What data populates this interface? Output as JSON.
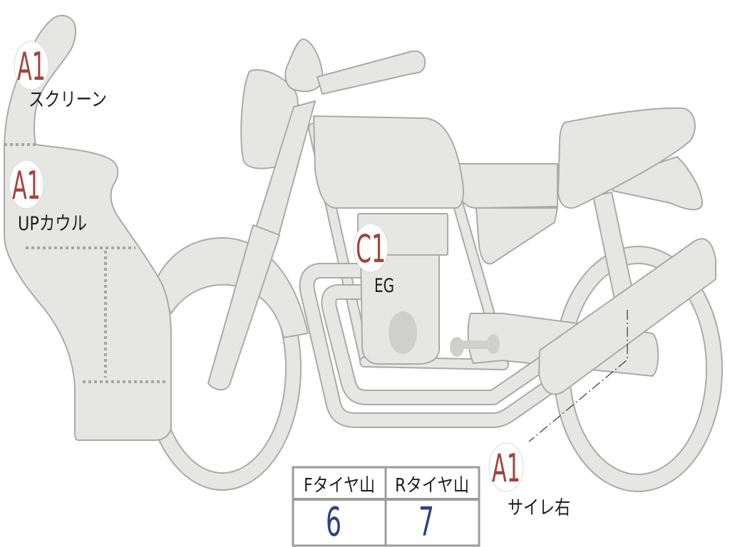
{
  "labels": [
    {
      "code": "A1",
      "part": "スクリーン"
    },
    {
      "code": "A1",
      "part": "UPカウル"
    },
    {
      "code": "C1",
      "part": "EG"
    },
    {
      "code": "A1",
      "part": "サイレ右"
    }
  ],
  "tire_table": {
    "headers": [
      "Fタイヤ山",
      "Rタイヤ山"
    ],
    "values": [
      "6",
      "7"
    ]
  },
  "colors": {
    "damage_code": "#a3433d",
    "tire_value": "#2b3f8e",
    "body_fill": "#e6e6e4",
    "outline": "#aaaaaa"
  }
}
